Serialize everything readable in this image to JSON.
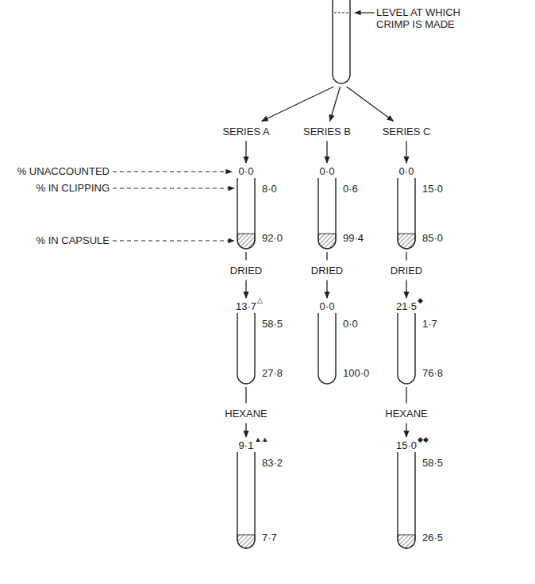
{
  "diagram": {
    "nodes": [
      {
        "text": [
          "LEVEL AT WHICH CRIMP IS MADE"
        ]
      },
      {
        "text": [
          "SERIES A"
        ]
      },
      {
        "text": [
          "SERIES B"
        ]
      },
      {
        "text": [
          "SERIES C"
        ]
      },
      {
        "text": [
          "0·0",
          "8·0",
          "92·0"
        ]
      },
      {
        "text": [
          "0·0",
          "0·6",
          "99·4"
        ]
      },
      {
        "text": [
          "0·0",
          "15·0",
          "85·0"
        ]
      },
      {
        "text": [
          "DRIED"
        ]
      },
      {
        "text": [
          "DRIED"
        ]
      },
      {
        "text": [
          "DRIED"
        ]
      },
      {
        "text": [
          "13·7",
          "58·5",
          "27·8"
        ]
      },
      {
        "text": [
          "0·0",
          "0·0",
          "100·0"
        ]
      },
      {
        "text": [
          "21·5",
          "1·7",
          "76·8"
        ]
      },
      {
        "text": [
          "HEXANE"
        ]
      },
      {
        "text": [
          "HEXANE"
        ]
      },
      {
        "text": [
          "9·1",
          "83·2",
          "7·7"
        ]
      },
      {
        "text": [
          "15·0",
          "58·5",
          "26·5"
        ]
      }
    ],
    "edges": [
      {
        "from": 0,
        "to": 1,
        "arrow": "to"
      },
      {
        "from": 0,
        "to": 2,
        "arrow": "to"
      },
      {
        "from": 0,
        "to": 3,
        "arrow": "to"
      },
      {
        "from": 1,
        "to": 4,
        "arrow": "to"
      },
      {
        "from": 2,
        "to": 5,
        "arrow": "to"
      },
      {
        "from": 3,
        "to": 6,
        "arrow": "to"
      },
      {
        "from": 4,
        "to": 7,
        "arrow": "none"
      },
      {
        "from": 5,
        "to": 8,
        "arrow": "none"
      },
      {
        "from": 6,
        "to": 9,
        "arrow": "none"
      },
      {
        "from": 7,
        "to": 10,
        "arrow": "to"
      },
      {
        "from": 8,
        "to": 11,
        "arrow": "to"
      },
      {
        "from": 9,
        "to": 12,
        "arrow": "to"
      },
      {
        "from": 10,
        "to": 13,
        "arrow": "none"
      },
      {
        "from": 12,
        "to": 14,
        "arrow": "none"
      },
      {
        "from": 13,
        "to": 15,
        "arrow": "to"
      },
      {
        "from": 14,
        "to": 16,
        "arrow": "to"
      }
    ],
    "labels": [
      "% UNACCOUNTED",
      "% IN CLIPPING",
      "% IN CAPSULE",
      "△",
      "▲▲",
      "◆",
      "◆◆"
    ]
  }
}
